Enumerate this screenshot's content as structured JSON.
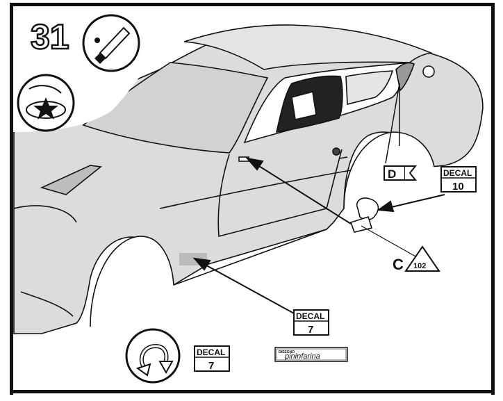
{
  "step": {
    "number": "31"
  },
  "icons": {
    "glue": "glue-tube-icon",
    "paint": "paint-touch-icon",
    "rotate": "rotate-arrow-icon"
  },
  "labels": {
    "decal_word": "DECAL",
    "decal_mirror_number": "10",
    "decal_side_number": "7",
    "decal_bottom_number": "7",
    "part_d": "D",
    "part_c": "C",
    "triangle_number": "102",
    "badge_small": "DISEGNO",
    "badge_script": "pininfarina"
  },
  "colors": {
    "car_fill": "#dcdcdc",
    "line": "#111111",
    "background": "#ffffff"
  }
}
